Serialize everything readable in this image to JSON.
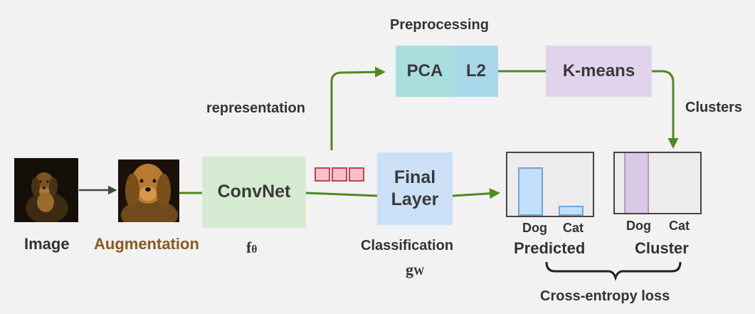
{
  "preprocessing": {
    "title": "Preprocessing",
    "pca": "PCA",
    "l2": "L2"
  },
  "kmeans": "K-means",
  "representation": "representation",
  "clusters": "Clusters",
  "image": {
    "label": "Image"
  },
  "augmentation": {
    "label": "Augmentation"
  },
  "convnet": {
    "label": "ConvNet",
    "symbol": "f",
    "symbol_sub": "θ"
  },
  "final_layer": {
    "line1": "Final",
    "line2": "Layer"
  },
  "classification": {
    "label": "Classification",
    "symbol": "g",
    "symbol_sub": "W"
  },
  "predicted": {
    "title": "Predicted",
    "dog": "Dog",
    "cat": "Cat",
    "bar_dog": 0.78,
    "bar_cat": 0.16
  },
  "cluster": {
    "title": "Cluster",
    "dog": "Dog",
    "cat": "Cat"
  },
  "loss": "Cross-entropy loss",
  "colors": {
    "background": "#f2f2f2",
    "arrow": "#4f8a1e",
    "pca": "#a8dede",
    "l2": "#a8d8ea",
    "kmeans": "#e1d3ec",
    "convnet": "#d6ebd1",
    "final_layer": "#cce0f7",
    "bar": "#c3e0f9",
    "cluster_band": "#d9c8e6",
    "augmentation_text": "#8a5a1e"
  }
}
